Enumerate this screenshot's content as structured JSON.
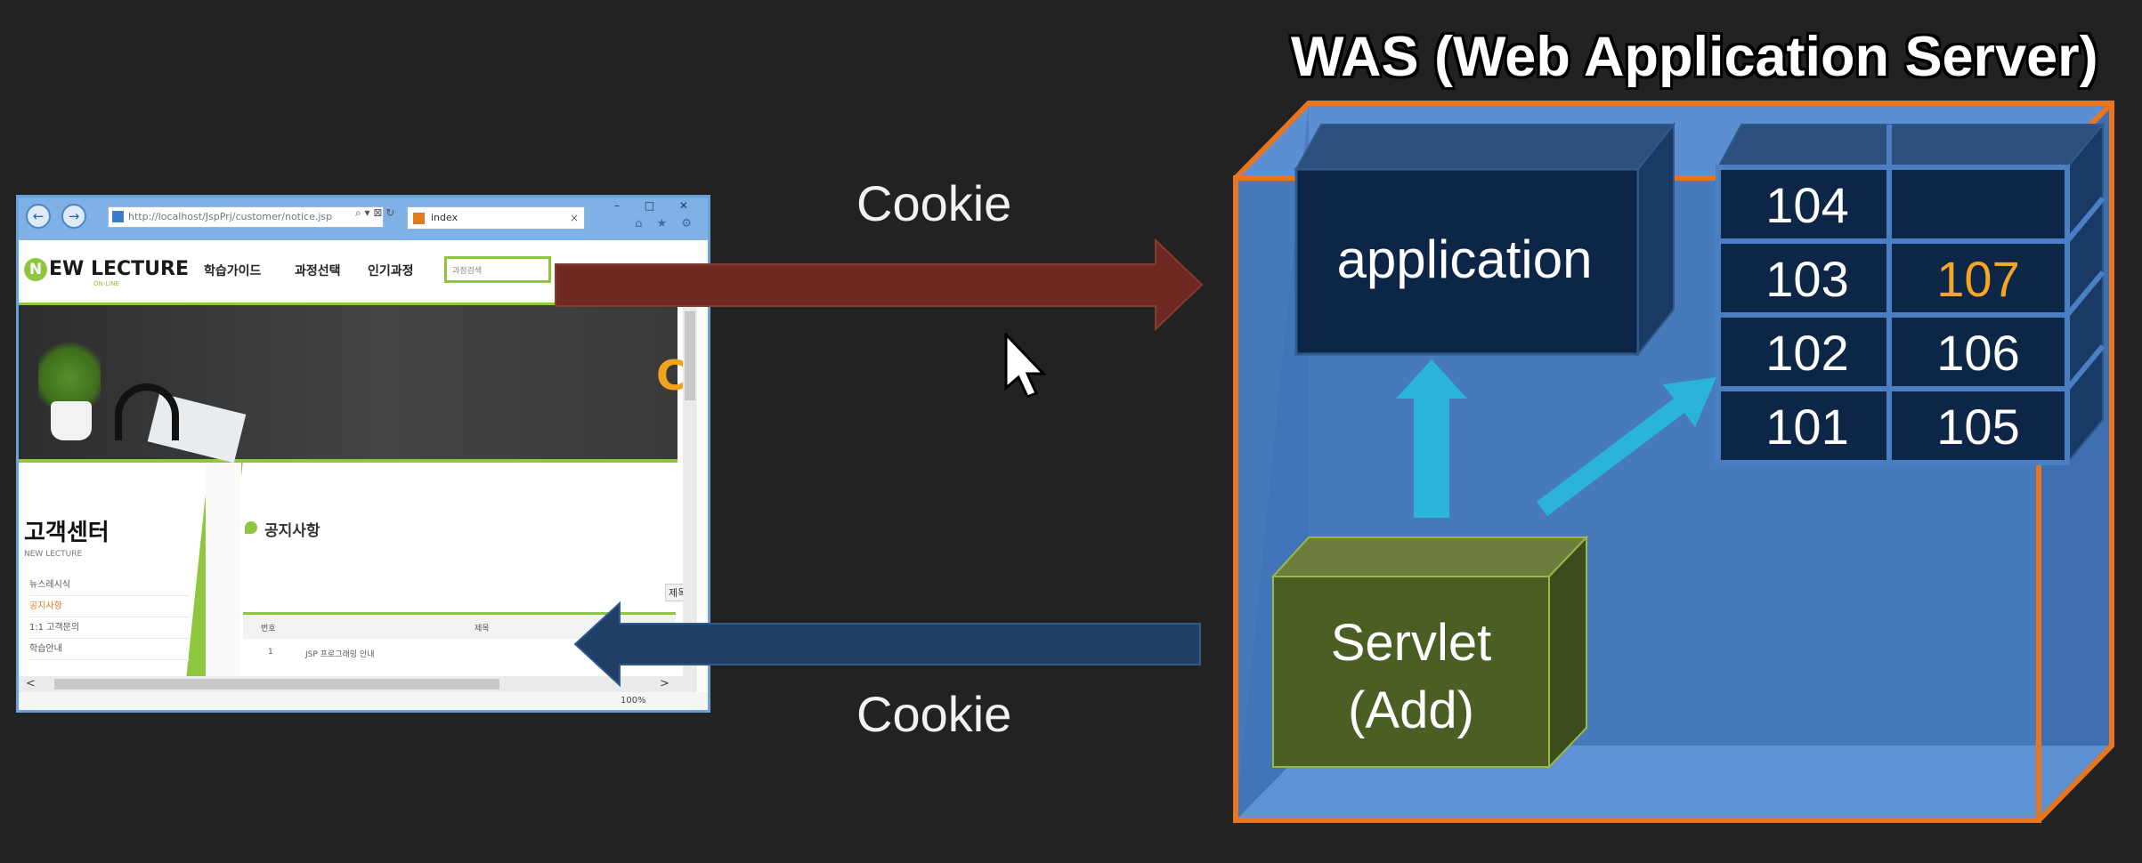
{
  "browser": {
    "address": "http://localhost/JspPrj/customer/notice.jsp",
    "address_glyphs": "⌕ ▾ ⊠ ↻",
    "tab_title": "index",
    "nav_back": "←",
    "nav_forward": "→",
    "window_buttons": "– □ ✕",
    "toolbar_glyphs": "⌂ ★ ⚙",
    "zoom": "100%",
    "scroll_left": "<",
    "scroll_right": ">"
  },
  "site": {
    "logo_text": "EW LECTURE",
    "logo_letter": "N",
    "logo_sub": "ON-LINE",
    "menu": [
      "학습가이드",
      "과정선택",
      "인기과정"
    ],
    "search_placeholder": "과정검색",
    "hero_letter": "C",
    "sidebar_title": "고객센터",
    "sidebar_sub": "NEW LECTURE",
    "sidebar_items": [
      "뉴스레시식",
      "공지사항",
      "1:1 고객문의",
      "학습안내"
    ],
    "content_title": "공지사항",
    "edge_button": "제목",
    "table_headers": [
      "번호",
      "제목"
    ],
    "table_rows": [
      [
        "1",
        "JSP 프로그래밍 안내"
      ]
    ]
  },
  "diagram": {
    "cookie_top": "Cookie",
    "cookie_bottom": "Cookie",
    "was_title": "WAS (Web Application Server)",
    "application_label": "application",
    "servlet_line1": "Servlet",
    "servlet_line2": "(Add)",
    "storage_cells": [
      [
        "104",
        ""
      ],
      [
        "103",
        "107"
      ],
      [
        "102",
        "106"
      ],
      [
        "101",
        "105"
      ]
    ],
    "highlight_value": "107"
  },
  "colors": {
    "background": "#222222",
    "request_arrow": "#6e2a22",
    "response_arrow": "#1f3f66",
    "was_border": "#e8761f",
    "was_fill": "#4a7fc4",
    "dark_box": "#0d2547",
    "servlet_fill": "#4b5e23",
    "flow_arrow": "#2ab4dc",
    "highlight": "#f5a623"
  }
}
